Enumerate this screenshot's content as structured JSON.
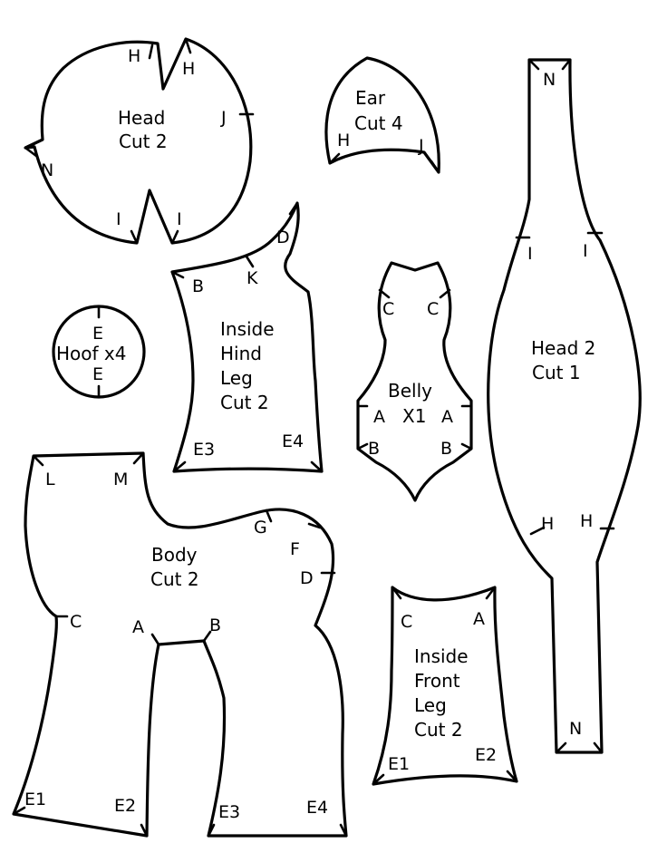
{
  "pieces": {
    "head": {
      "line1": "Head",
      "line2": "Cut 2",
      "notches": [
        "H",
        "H",
        "J",
        "N",
        "I",
        "I"
      ]
    },
    "ear": {
      "line1": "Ear",
      "line2": "Cut 4",
      "notches": [
        "H",
        "J"
      ]
    },
    "head2": {
      "line1": "Head 2",
      "line2": "Cut 1",
      "notches": [
        "N",
        "I",
        "I",
        "H",
        "H",
        "N"
      ]
    },
    "hoof": {
      "title": "Hoof x4",
      "notches": [
        "E",
        "E"
      ]
    },
    "hind_leg": {
      "line1": "Inside",
      "line2": "Hind",
      "line3": "Leg",
      "line4": "Cut 2",
      "notches": [
        "B",
        "K",
        "D",
        "E3",
        "E4"
      ]
    },
    "belly": {
      "line1": "Belly",
      "line2": "X1",
      "notches": [
        "C",
        "C",
        "A",
        "A",
        "B",
        "B"
      ]
    },
    "body": {
      "line1": "Body",
      "line2": "Cut 2",
      "notches": [
        "L",
        "M",
        "G",
        "F",
        "D",
        "C",
        "A",
        "B",
        "E1",
        "E2",
        "E3",
        "E4"
      ]
    },
    "front_leg": {
      "line1": "Inside",
      "line2": "Front",
      "line3": "Leg",
      "line4": "Cut 2",
      "notches": [
        "C",
        "A",
        "E1",
        "E2"
      ]
    }
  }
}
